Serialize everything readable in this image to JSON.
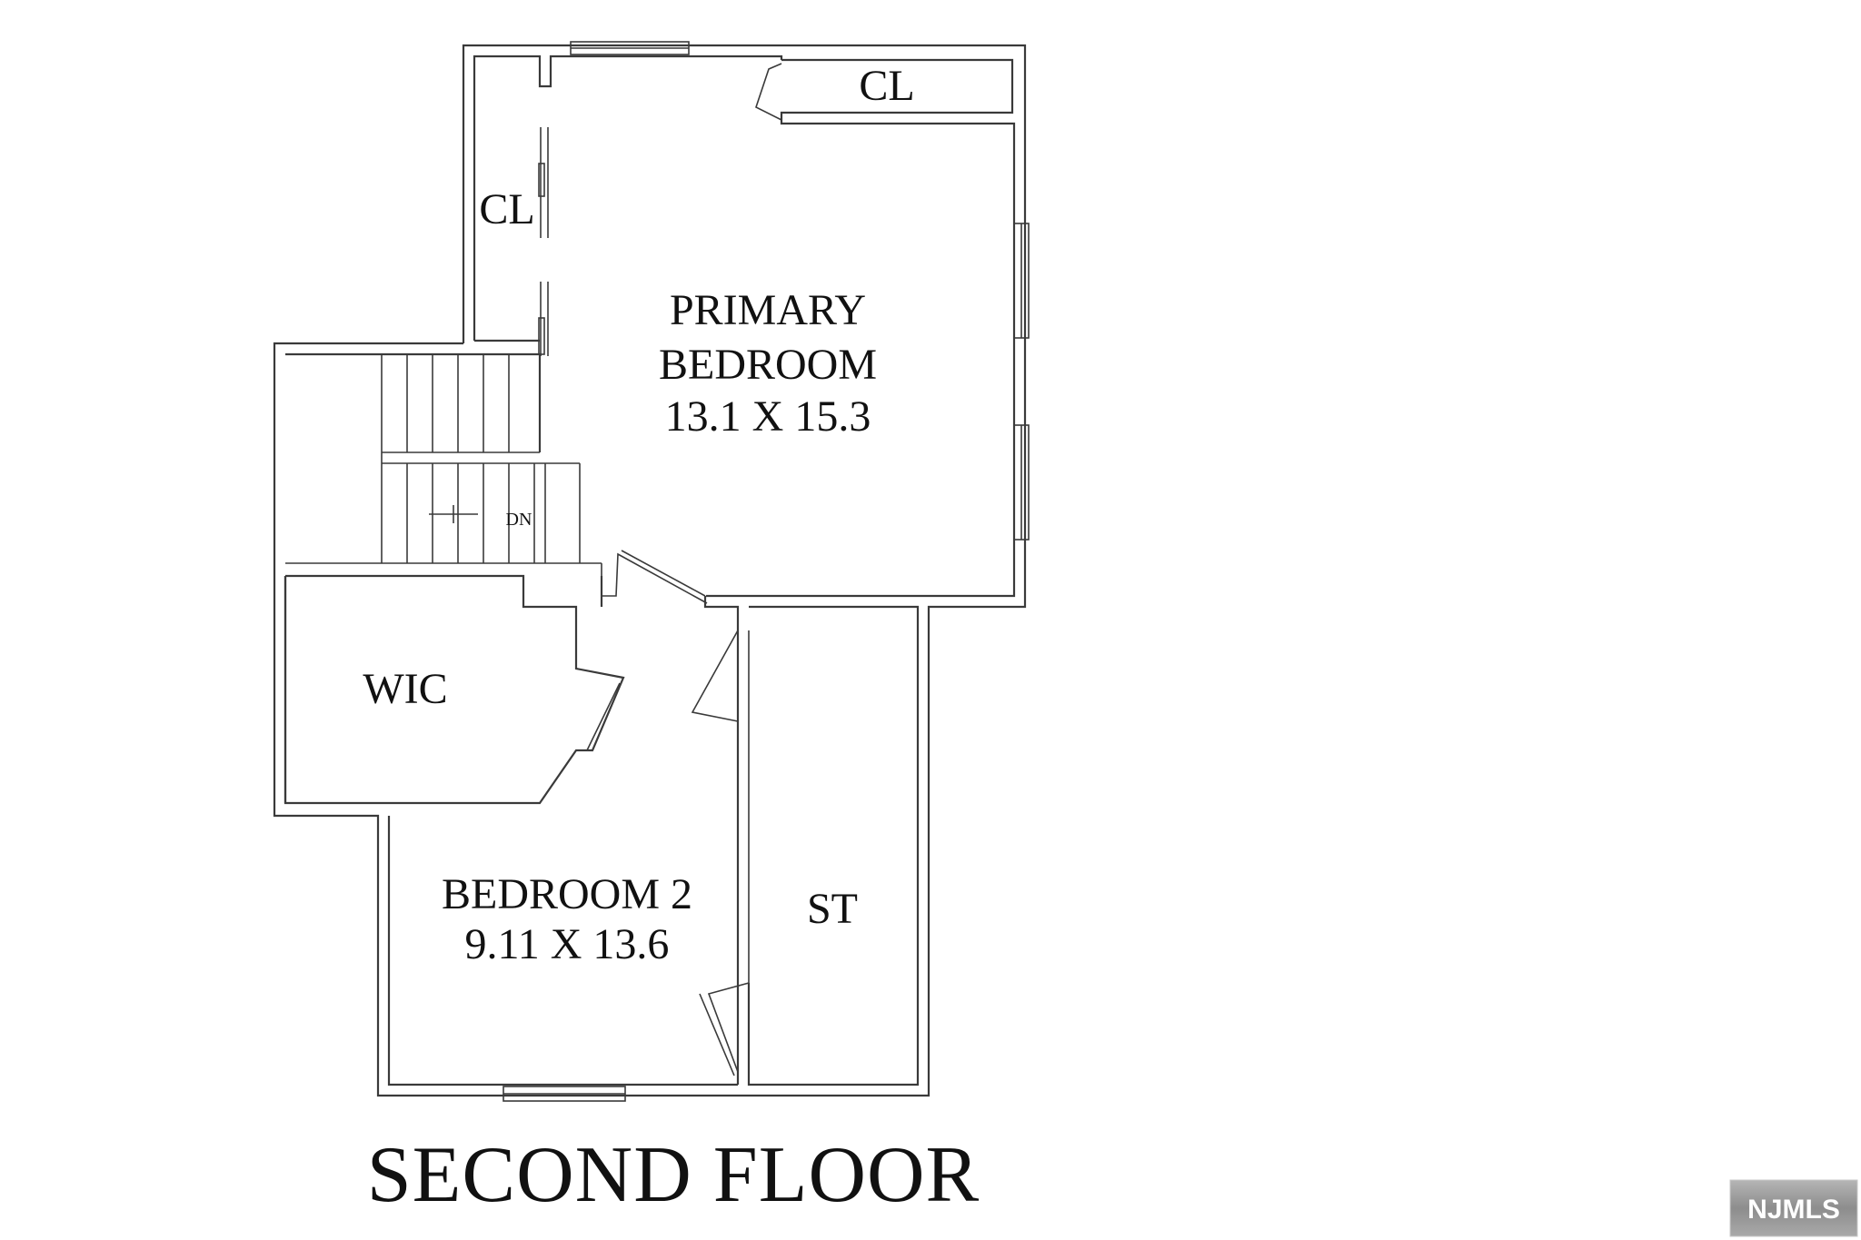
{
  "title": "SECOND FLOOR",
  "rooms": {
    "primary_bedroom": {
      "name_line1": "PRIMARY",
      "name_line2": "BEDROOM",
      "dims": "13.1 X 15.3"
    },
    "bedroom_2": {
      "name": "BEDROOM 2",
      "dims": "9.11 X 13.6"
    },
    "closet_top": "CL",
    "closet_left": "CL",
    "wic": "WIC",
    "storage": "ST",
    "stairs": "DN"
  },
  "logo": "NJMLS"
}
